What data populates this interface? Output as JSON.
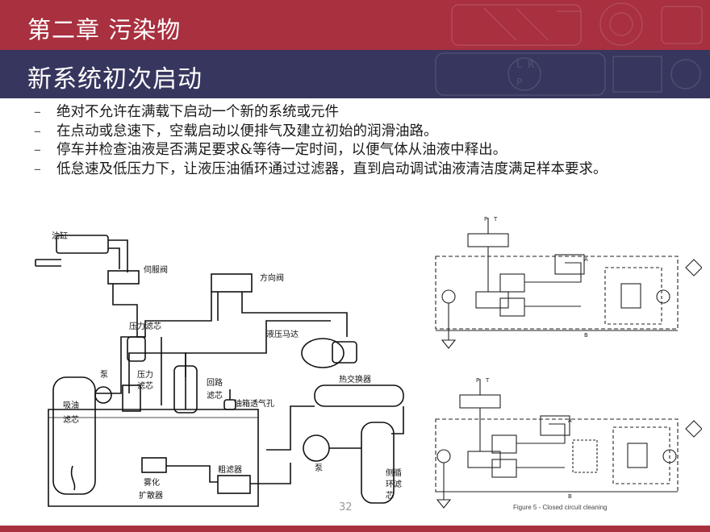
{
  "header": {
    "chapter_title": "第二章  污染物",
    "section_title": "新系统初次启动"
  },
  "bullets": [
    "绝对不允许在满载下启动一个新的系统或元件",
    "在点动或怠速下，空载启动以便排气及建立初始的润滑油路。",
    "停车并检查油液是否满足要求&等待一定时间，以便气体从油液中释出。",
    "低怠速及低压力下，让液压油循环通过过滤器，直到启动调试油液清洁度满足样本要求。"
  ],
  "bullet_marker": "–",
  "diagram_labels": {
    "cylinder": "油缸",
    "servo_valve": "伺服阀",
    "directional_valve": "方向阀",
    "pressure_filter": "压力滤芯",
    "hydraulic_motor": "液压马达",
    "pump_left": "泵",
    "pressure": "压力",
    "pressure_sub": "滤芯",
    "return_line": "回路",
    "return_filter": "滤芯",
    "heat_exchanger": "热交换器",
    "breather": "油箱透气孔",
    "suction": "吸油",
    "suction_sub": "滤芯",
    "atomize": "雾化",
    "diffuser": "扩散器",
    "coarse_filter": "粗滤器",
    "pump_right": "泵",
    "side_loop_1": "侧循",
    "side_loop_2": "环滤",
    "side_loop_3": "芯"
  },
  "schematic_labels": {
    "port_a": "A",
    "port_b": "B",
    "port_p": "P",
    "port_t": "T"
  },
  "page_number": "32",
  "figure_caption": "Figure 5 - Closed circuit cleaning",
  "colors": {
    "chapter_bar": "#a8303f",
    "section_bar": "#37365e"
  }
}
